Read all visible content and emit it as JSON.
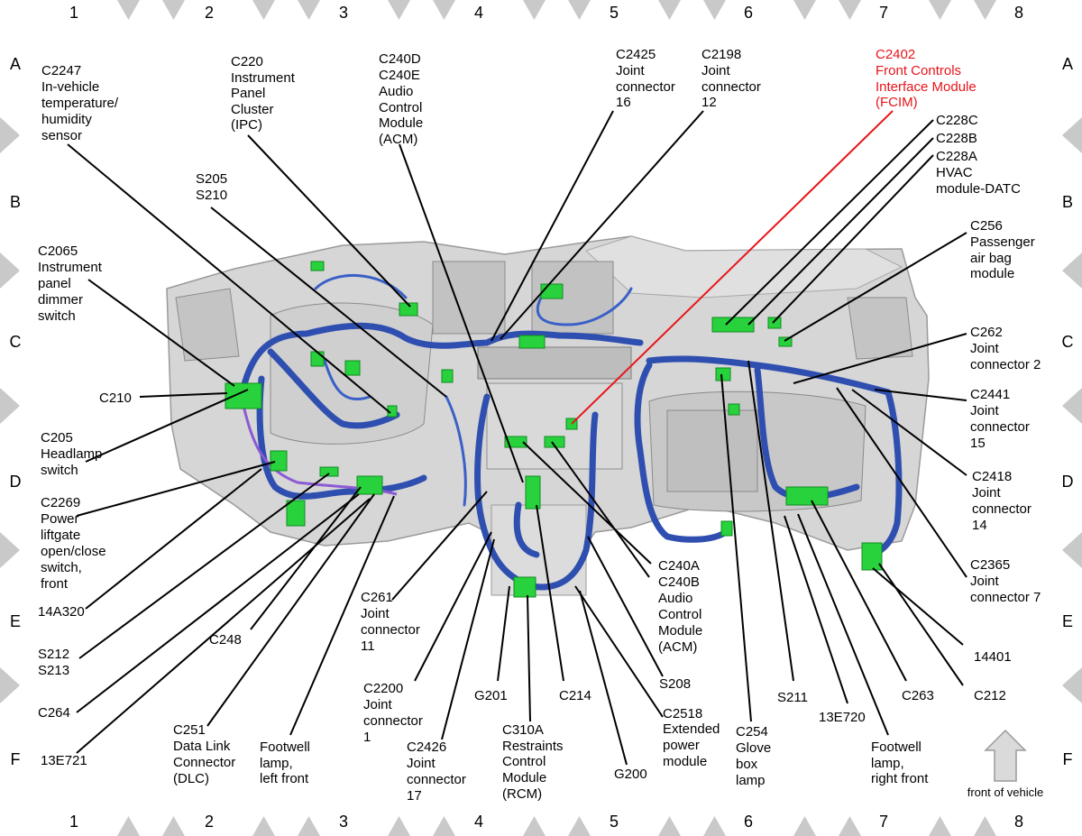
{
  "grid": {
    "columns": [
      "1",
      "2",
      "3",
      "4",
      "5",
      "6",
      "7",
      "8"
    ],
    "rows": [
      "A",
      "B",
      "C",
      "D",
      "E",
      "F"
    ]
  },
  "labels": {
    "c2247": [
      "C2247",
      "In-vehicle",
      "temperature/",
      "humidity",
      "sensor"
    ],
    "c220": [
      "C220",
      "Instrument",
      "Panel",
      "Cluster",
      "(IPC)"
    ],
    "c240d": [
      "C240D",
      "C240E",
      "Audio",
      "Control",
      "Module",
      "(ACM)"
    ],
    "c2425": [
      "C2425",
      "Joint",
      "connector",
      "16"
    ],
    "c2198": [
      "C2198",
      "Joint",
      "connector",
      "12"
    ],
    "c2402": [
      "C2402",
      "Front Controls",
      "Interface Module",
      "(FCIM)"
    ],
    "s205": [
      "S205",
      "S210"
    ],
    "c228c": [
      "C228C"
    ],
    "c228b": [
      "C228B"
    ],
    "c228a": [
      "C228A",
      "HVAC",
      "module-DATC"
    ],
    "c2065": [
      "C2065",
      "Instrument",
      "panel",
      "dimmer",
      "switch"
    ],
    "c256": [
      "C256",
      "Passenger",
      "air bag",
      "module"
    ],
    "c262": [
      "C262",
      "Joint",
      "connector 2"
    ],
    "c210": [
      "C210"
    ],
    "c2441": [
      "C2441",
      "Joint",
      "connector",
      "15"
    ],
    "c205": [
      "C205",
      "Headlamp",
      "switch"
    ],
    "c2418": [
      "C2418",
      "Joint",
      "connector",
      "14"
    ],
    "c2269": [
      "C2269",
      "Power",
      "liftgate",
      "open/close",
      "switch,",
      "front"
    ],
    "c2365": [
      "C2365",
      "Joint",
      "connector 7"
    ],
    "c240a": [
      "C240A",
      "C240B",
      "Audio",
      "Control",
      "Module",
      "(ACM)"
    ],
    "c261": [
      "C261",
      "Joint",
      "connector",
      "11"
    ],
    "w14a320": [
      "14A320"
    ],
    "c248": [
      "C248"
    ],
    "w14401": [
      "14401"
    ],
    "s212": [
      "S212",
      "S213"
    ],
    "c2200": [
      "C2200",
      "Joint",
      "connector",
      "1"
    ],
    "s208": [
      "S208"
    ],
    "g201": [
      "G201"
    ],
    "c214": [
      "C214"
    ],
    "s211": [
      "S211"
    ],
    "c263": [
      "C263"
    ],
    "c212": [
      "C212"
    ],
    "c2518": [
      "C2518",
      "Extended",
      "power",
      "module"
    ],
    "c264": [
      "C264"
    ],
    "w13e720": [
      "13E720"
    ],
    "c254": [
      "C254",
      "Glove",
      "box",
      "lamp"
    ],
    "c251": [
      "C251",
      "Data Link",
      "Connector",
      "(DLC)"
    ],
    "footwell_left": [
      "Footwell",
      "lamp,",
      "left front"
    ],
    "c2426": [
      "C2426",
      "Joint",
      "connector",
      "17"
    ],
    "c310a": [
      "C310A",
      "Restraints",
      "Control",
      "Module",
      "(RCM)"
    ],
    "footwell_right": [
      "Footwell",
      "lamp,",
      "right front"
    ],
    "g200": [
      "G200"
    ],
    "w13e721": [
      "13E721"
    ],
    "front_of_vehicle": "front of vehicle"
  },
  "colors": {
    "harness": "#2f4fb0",
    "connector": "#27d23c",
    "highlight": "#e8141a",
    "panel": "#d4d4d4",
    "border_diamond": "#c9c9c9"
  }
}
